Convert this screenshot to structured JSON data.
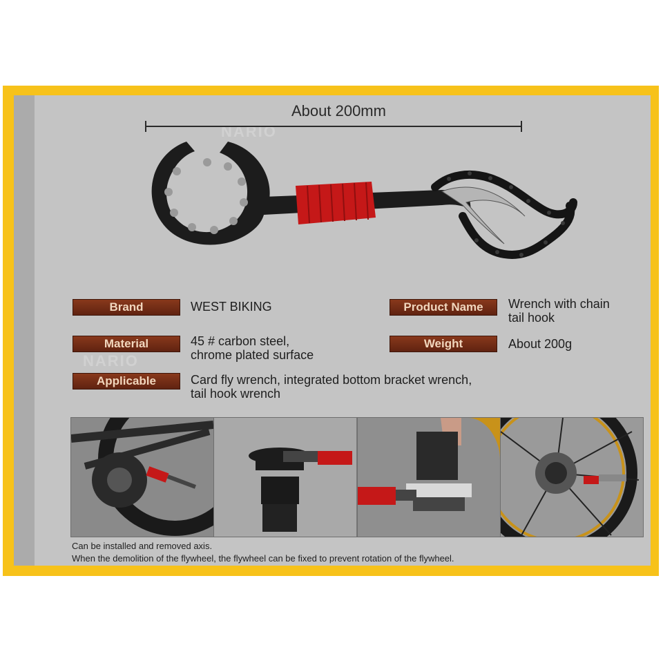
{
  "dimension": {
    "label": "About 200mm"
  },
  "watermark": "NARIO",
  "specs": [
    {
      "label": "Brand",
      "value": "WEST BIKING"
    },
    {
      "label": "Product Name",
      "value_lines": [
        "Wrench with chain",
        "tail hook"
      ]
    },
    {
      "label": "Material",
      "value_lines": [
        "45 # carbon steel,",
        "chrome plated surface"
      ]
    },
    {
      "label": "Weight",
      "value": "About 200g"
    },
    {
      "label": "Applicable",
      "value_lines": [
        "Card fly wrench, integrated bottom bracket wrench,",
        "tail hook wrench"
      ]
    }
  ],
  "captions": [
    "Can be installed and removed axis.",
    "When the demolition of the flywheel, the flywheel can be fixed to prevent rotation of the flywheel."
  ],
  "photos": [
    {
      "icon": "bike-crank-photo-icon"
    },
    {
      "icon": "bottom-bracket-wrench-photo-icon"
    },
    {
      "icon": "hand-wrench-photo-icon"
    },
    {
      "icon": "rear-wheel-cassette-photo-icon"
    }
  ],
  "colors": {
    "frame": "#f7c21a",
    "panel": "#c4c4c4",
    "tag": "#6e2a14",
    "grip": "#c51818"
  }
}
